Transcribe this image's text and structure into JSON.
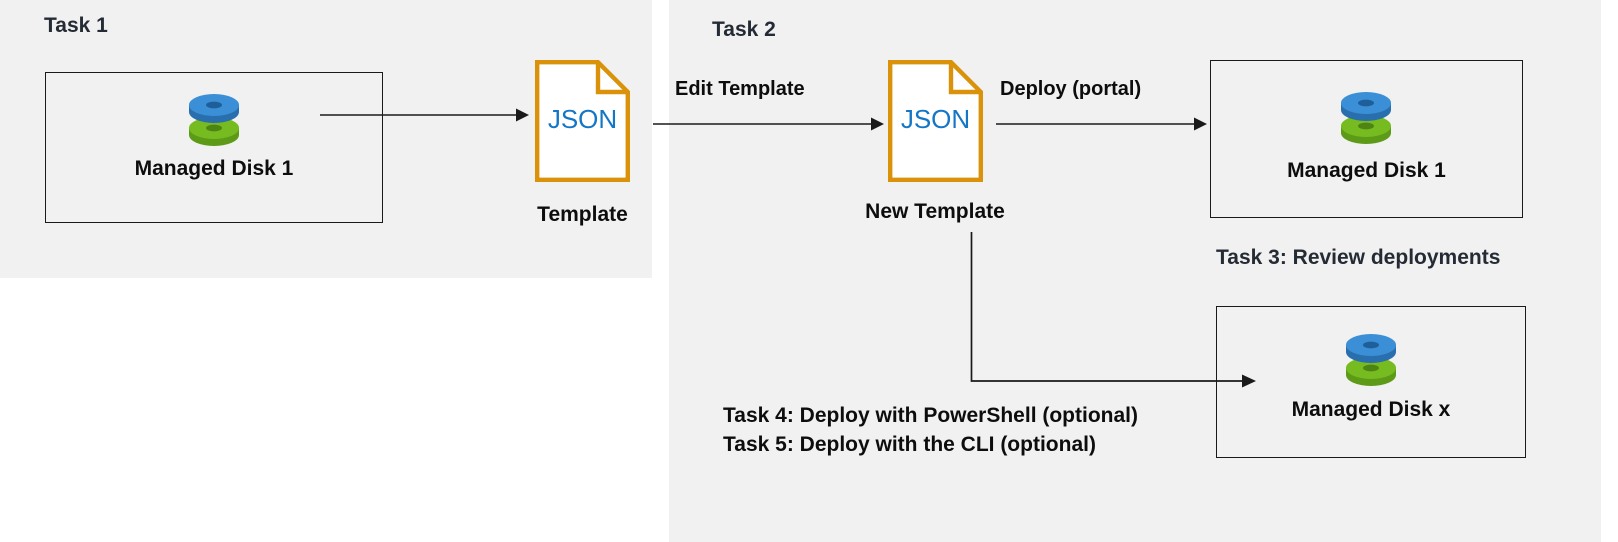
{
  "diagram": {
    "title": "Azure Managed Disk template deployment tasks",
    "colors": {
      "panel_background": "#f1f1f1",
      "page_background": "#ffffff",
      "box_border": "#1a1a1a",
      "section_label": "#252b35",
      "block_label": "#0d0d0d",
      "json_border": "#d9920a",
      "json_text": "#1476c6",
      "disk_blue": "#3b8fd6",
      "disk_green": "#76bc21",
      "connector": "#1a1a1a"
    }
  },
  "panels": {
    "task1": {
      "label": "Task 1"
    },
    "task2": {
      "label": "Task 2"
    }
  },
  "nodes": {
    "managed_disk_1_left": {
      "label": "Managed Disk 1",
      "icon": "managed-disk-icon"
    },
    "template_left": {
      "label": "Template",
      "doc_text": "JSON",
      "icon": "json-file-icon"
    },
    "new_template": {
      "label": "New Template",
      "doc_text": "JSON",
      "icon": "json-file-icon"
    },
    "managed_disk_1_right": {
      "label": "Managed Disk 1",
      "icon": "managed-disk-icon"
    },
    "managed_disk_x": {
      "label": "Managed Disk x",
      "icon": "managed-disk-icon"
    }
  },
  "connectors": {
    "export_template": {
      "label": ""
    },
    "edit_template": {
      "label": "Edit Template"
    },
    "deploy_portal": {
      "label": "Deploy (portal)"
    },
    "deploy_scripted": {
      "label": ""
    }
  },
  "annotations": {
    "task3": "Task 3: Review deployments",
    "task4": "Task 4: Deploy with PowerShell (optional)",
    "task5": "Task 5: Deploy with the CLI (optional)"
  }
}
